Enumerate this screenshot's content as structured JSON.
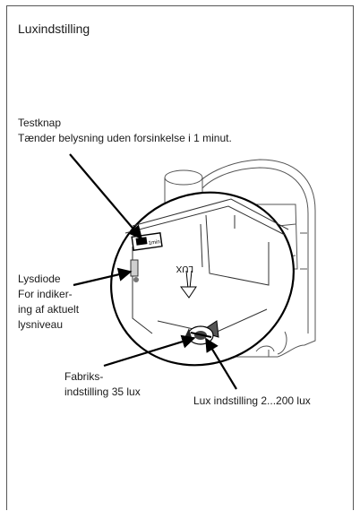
{
  "page": {
    "title": "Luxindstilling"
  },
  "labels": {
    "testknap_title": "Testknap",
    "testknap_desc": "Tænder belysning uden forsinkelse i 1 minut.",
    "lysdiode_title": "Lysdiode",
    "lysdiode_line1": "For indiker-",
    "lysdiode_line2": "ing af aktuelt",
    "lysdiode_line3": "lysniveau",
    "fabrik_line1": "Fabriks-",
    "fabrik_line2": "indstilling 35 lux",
    "lux_setting": "Lux indstilling 2...200 lux",
    "panel_lux": "LUX",
    "button_text": "1min"
  },
  "icons": {
    "pointer": "arrow-pointer-icon",
    "knob": "dial-knob-icon"
  }
}
